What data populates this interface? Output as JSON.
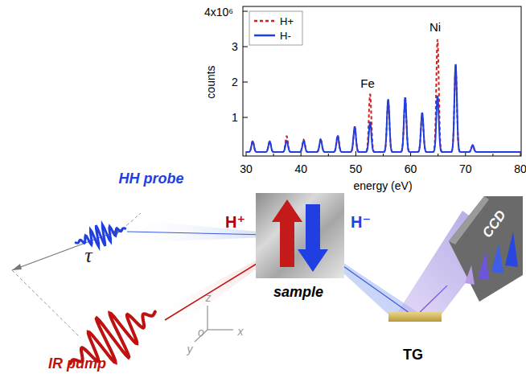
{
  "diagram": {
    "nodes": [
      {
        "text": [
          "H⁺",
          "H⁻",
          "sample"
        ]
      },
      {
        "text": [
          "TG"
        ]
      },
      {
        "text": [
          "CCD"
        ]
      }
    ],
    "edges": [
      {
        "from": 0,
        "to": 1,
        "arrow": "none"
      },
      {
        "from": 1,
        "to": 2,
        "arrow": "none"
      }
    ],
    "labels": [
      "4x10⁶",
      "3",
      "2",
      "1",
      "counts",
      "30",
      "40",
      "50",
      "60",
      "70",
      "80",
      "energy (eV)",
      "Fe",
      "Ni",
      "HH probe",
      "τ",
      "IR pump",
      "z",
      "o",
      "x",
      "y"
    ],
    "legend": [
      {
        "text": "H+"
      },
      {
        "text": "H-"
      }
    ]
  }
}
